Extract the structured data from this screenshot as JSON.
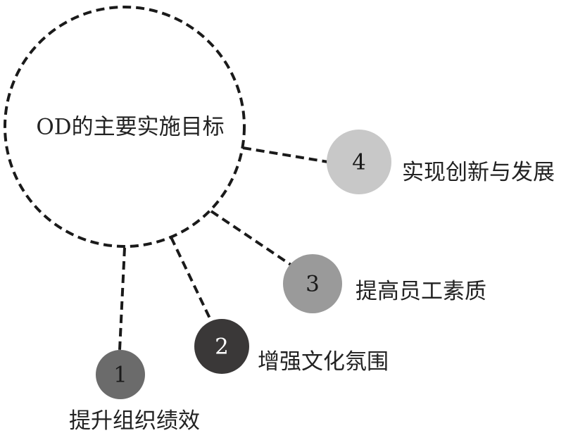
{
  "center": {
    "label": "OD的主要实施目标"
  },
  "nodes": [
    {
      "number": "1",
      "label": "提升组织绩效",
      "fill": "#6b6b6b",
      "text_color": "#1a1a1a"
    },
    {
      "number": "2",
      "label": "增强文化氛围",
      "fill": "#3a3838",
      "text_color": "#ffffff"
    },
    {
      "number": "3",
      "label": "提高员工素质",
      "fill": "#9a9a9a",
      "text_color": "#1a1a1a"
    },
    {
      "number": "4",
      "label": "实现创新与发展",
      "fill": "#c8c8c8",
      "text_color": "#1a1a1a"
    }
  ],
  "colors": {
    "dashed_stroke": "#1a1a1a"
  }
}
